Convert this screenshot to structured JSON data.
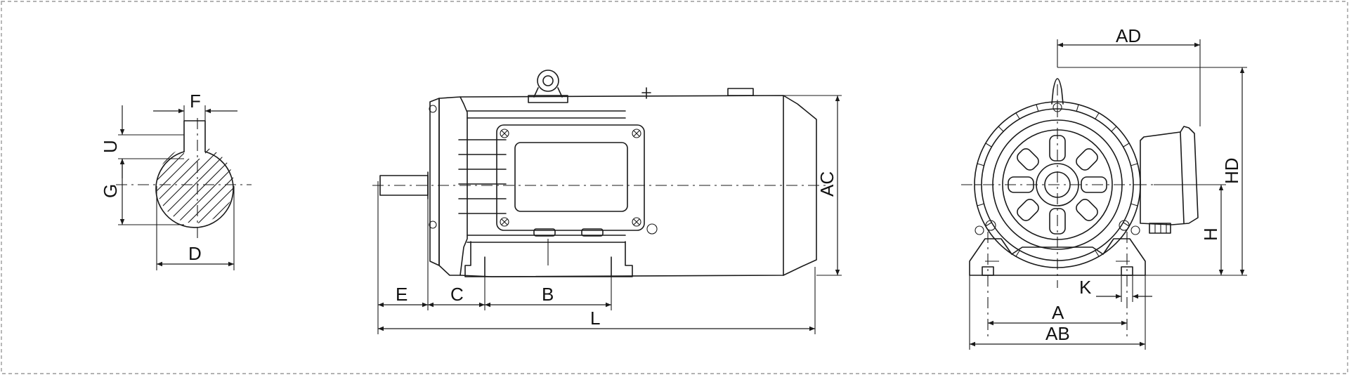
{
  "diagram": {
    "shaft_section": {
      "labels": {
        "F": "F",
        "U": "U",
        "G": "G",
        "D": "D"
      }
    },
    "side_view": {
      "labels": {
        "AC": "AC",
        "E": "E",
        "C": "C",
        "B": "B",
        "L": "L"
      }
    },
    "end_view": {
      "labels": {
        "AD": "AD",
        "HD": "HD",
        "H": "H",
        "K": "K",
        "A": "A",
        "AB": "AB"
      }
    }
  },
  "colors": {
    "line": "#1a1a1a",
    "frame": "#9a9a9a",
    "background": "#ffffff"
  }
}
